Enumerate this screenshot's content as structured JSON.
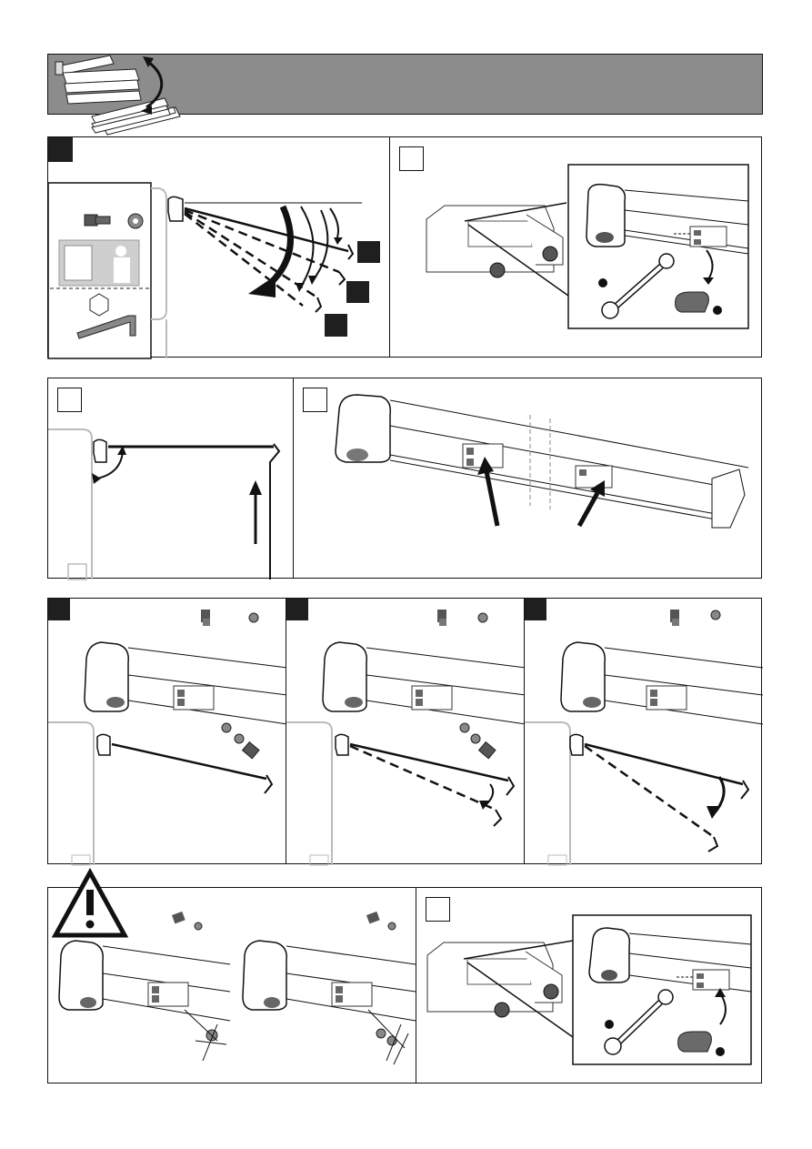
{
  "header": {
    "background": "#8c8c8c",
    "icon": "awning-tilt-icon"
  },
  "colors": {
    "ink": "#111111",
    "step_dark": "#1f1f1f",
    "panel_grey": "#aaaaaa"
  },
  "panels": [
    {
      "id": "p1",
      "marker": "dark",
      "icon": "tilt-angles-icon"
    },
    {
      "id": "p2",
      "marker": "light",
      "icon": "vehicle-awning-wrench-icon"
    },
    {
      "id": "p3",
      "marker": "light",
      "icon": "lift-arm-icon"
    },
    {
      "id": "p4",
      "marker": "light",
      "icon": "bracket-push-icon"
    },
    {
      "id": "p5",
      "marker": "dark",
      "icon": "bolt-level-icon"
    },
    {
      "id": "p6",
      "marker": "dark",
      "icon": "bolt-lower-icon"
    },
    {
      "id": "p7",
      "marker": "dark",
      "icon": "bolt-lowest-icon"
    },
    {
      "id": "p8",
      "marker": "warning",
      "icon": "warning-triangle-icon"
    },
    {
      "id": "p9",
      "marker": "light",
      "icon": "vehicle-cap-icon"
    }
  ]
}
